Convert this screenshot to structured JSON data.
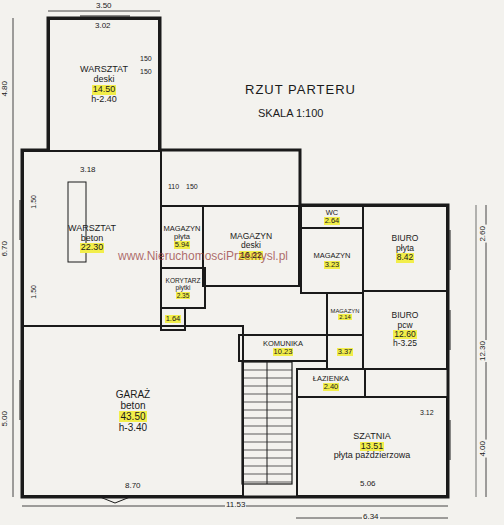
{
  "diagram": {
    "title": "RZUT PARTERU",
    "nodes": [
      {
        "text": [
          "WARSZTAT",
          "deski",
          "14.50",
          "h-2.40"
        ]
      },
      {
        "text": [
          "WARSZTAT",
          "beton",
          "22.30"
        ]
      },
      {
        "text": [
          "MAGAZYN",
          "płyta",
          "5.94"
        ]
      },
      {
        "text": [
          "MAGAZYN",
          "deski",
          "16.22"
        ]
      },
      {
        "text": [
          "WC",
          "2.64"
        ]
      },
      {
        "text": [
          "BIURO",
          "płyta",
          "8.42"
        ]
      },
      {
        "text": [
          "MAGAZYN",
          "3.23"
        ]
      },
      {
        "text": [
          "KORYTARZ",
          "płytki",
          "2.35"
        ]
      },
      {
        "text": [
          "1.64"
        ]
      },
      {
        "text": [
          "MAGAZYN",
          "2.14"
        ]
      },
      {
        "text": [
          "BIURO",
          "pcw",
          "12.60",
          "h-3.25"
        ]
      },
      {
        "text": [
          "KOMUNIKA",
          "10.23"
        ]
      },
      {
        "text": [
          "3.37"
        ]
      },
      {
        "text": [
          "GARAŻ",
          "beton",
          "43.50",
          "h-3.40"
        ]
      },
      {
        "text": [
          "ŁAZIENKA",
          "2.40"
        ]
      },
      {
        "text": [
          "SZATNIA",
          "13.51",
          "płyta paździerzowa"
        ]
      }
    ],
    "labels": [
      "SKALA 1:100",
      "www.NieruchomosciPrzemysl.pl",
      "3.50",
      "3.02",
      "4.80",
      "6.70",
      "5.00",
      "150",
      "150",
      "3.18",
      "1.50",
      "1.50",
      "8.70",
      "11.53",
      "6.34",
      "12.30",
      "2.60",
      "4.00",
      "5.06",
      "3.12",
      "110",
      "150"
    ]
  }
}
